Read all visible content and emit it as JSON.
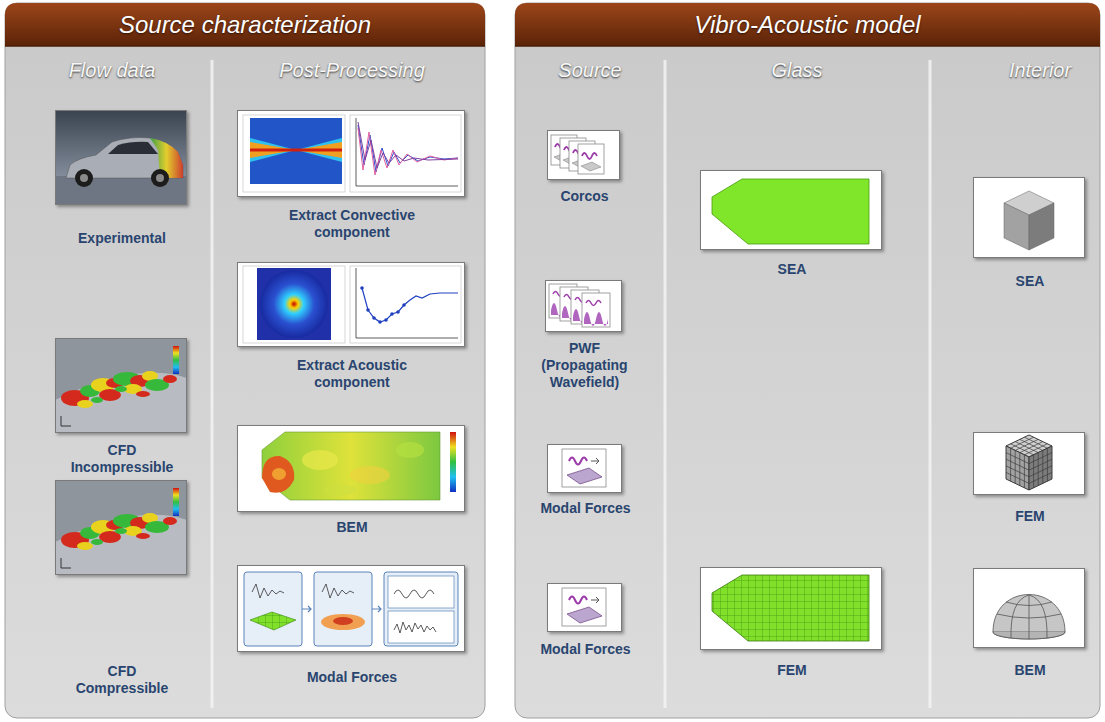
{
  "diagram": {
    "nodes": [
      {
        "text": [
          "Source characterization"
        ]
      },
      {
        "text": [
          "Experimental"
        ],
        "in": 0
      },
      {
        "text": [
          "CFD Incompressible"
        ],
        "in": 0
      },
      {
        "text": [
          "CFD Compressible"
        ],
        "in": 0
      },
      {
        "text": [
          "Extract Convective component"
        ],
        "in": 0
      },
      {
        "text": [
          "Extract Acoustic component"
        ],
        "in": 0
      },
      {
        "text": [
          "BEM"
        ],
        "in": 0
      },
      {
        "text": [
          "Modal Forces"
        ],
        "in": 0
      },
      {
        "text": [
          "Vibro-Acoustic model"
        ]
      },
      {
        "text": [
          "Corcos"
        ],
        "in": 8
      },
      {
        "text": [
          "PWF (Propagating Wavefield)"
        ],
        "in": 8
      },
      {
        "text": [
          "Modal Forces"
        ],
        "in": 8
      },
      {
        "text": [
          "Modal Forces"
        ],
        "in": 8
      },
      {
        "text": [
          "SEA"
        ],
        "in": 8
      },
      {
        "text": [
          "FEM"
        ],
        "in": 8
      },
      {
        "text": [
          "SEA"
        ],
        "in": 8
      },
      {
        "text": [
          "FEM"
        ],
        "in": 8
      },
      {
        "text": [
          "BEM"
        ],
        "in": 8
      }
    ],
    "labels": [
      "Flow data",
      "Post-Processing",
      "Source",
      "Glass",
      "Interior"
    ]
  }
}
